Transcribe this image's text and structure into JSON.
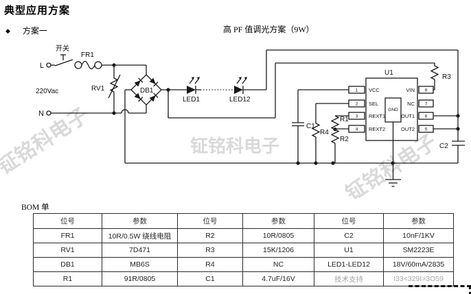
{
  "page": {
    "heading": "典型应用方案",
    "bullet_label": "方案一",
    "scheme_title": "高 PF 值调光方案（9W）"
  },
  "schematic": {
    "labels": {
      "switch": "开关",
      "fuse": "FR1",
      "live": "L",
      "neutral": "N",
      "mains": "220Vac",
      "varistor": "RV1",
      "bridge": "DB1",
      "led_first": "LED1",
      "led_last": "LED12",
      "c1": "C1",
      "r1": "R1",
      "r2": "R2",
      "r4": "R4",
      "r3": "R3",
      "c2": "C2",
      "u1": "U1",
      "gnd_pad": "GND"
    },
    "pins": {
      "left": [
        {
          "num": "1",
          "name": "VCC"
        },
        {
          "num": "2",
          "name": "SEL"
        },
        {
          "num": "3",
          "name": "REXT1"
        },
        {
          "num": "4",
          "name": "REXT2"
        }
      ],
      "right": [
        {
          "num": "8",
          "name": "VIN"
        },
        {
          "num": "7",
          "name": "NC"
        },
        {
          "num": "6",
          "name": "OUT1"
        },
        {
          "num": "5",
          "name": "OUT2"
        }
      ]
    },
    "watermark": "钲铭科电子"
  },
  "bom": {
    "title": "BOM 单",
    "headers": [
      "位号",
      "参数",
      "位号",
      "参数",
      "位号",
      "参数"
    ],
    "rows": [
      [
        "FR1",
        "10R/0.5W 绕线电阻",
        "R2",
        "10R/0805",
        "C2",
        "10nF/1KV"
      ],
      [
        "RV1",
        "7D471",
        "R3",
        "15K/1206",
        "U1",
        "SM2223E"
      ],
      [
        "DB1",
        "MB6S",
        "R4",
        "NC",
        "LED1-LED12",
        "18V/60mA/2835"
      ],
      [
        "R1",
        "91R/0805",
        "C1",
        "4.7uF/16V",
        "技术支持",
        "I33<329I>3O59"
      ]
    ]
  },
  "colors": {
    "line": "#1a1a1a",
    "watermark": "#9e9e9e",
    "muted_text": "#a6a6a6",
    "background": "#ffffff"
  }
}
